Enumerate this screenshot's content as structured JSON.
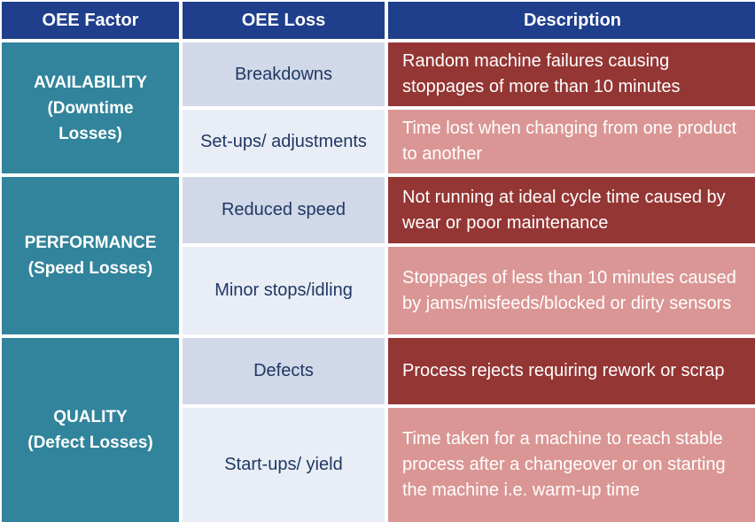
{
  "headers": {
    "factor": "OEE Factor",
    "loss": "OEE Loss",
    "description": "Description"
  },
  "groups": [
    {
      "factor_line1": "AVAILABILITY",
      "factor_line2": "(Downtime",
      "factor_line3": "Losses)",
      "rows": [
        {
          "loss": "Breakdowns",
          "description": "Random machine failures causing stoppages of more than 10 minutes"
        },
        {
          "loss": "Set-ups/ adjustments",
          "description": "Time lost when changing from one product to another"
        }
      ]
    },
    {
      "factor_line1": "PERFORMANCE",
      "factor_line2": "(Speed Losses)",
      "rows": [
        {
          "loss": "Reduced speed",
          "description": "Not running at ideal cycle time caused by wear or poor maintenance"
        },
        {
          "loss": "Minor stops/idling",
          "description": "Stoppages of less than 10 minutes caused by jams/misfeeds/blocked or dirty sensors"
        }
      ]
    },
    {
      "factor_line1": "QUALITY",
      "factor_line2": "(Defect Losses)",
      "rows": [
        {
          "loss": "Defects",
          "description": "Process rejects requiring rework or scrap"
        },
        {
          "loss": "Start-ups/ yield",
          "description": "Time taken for a machine to reach stable process after a changeover or on starting the machine i.e. warm-up time"
        }
      ]
    }
  ],
  "colors": {
    "header_bg": "#1f3f8c",
    "factor_bg": "#31849b",
    "loss_dark_bg": "#d1d8e8",
    "loss_light_bg": "#e9edf5",
    "desc_dark_bg": "#943634",
    "desc_light_bg": "#da9694"
  }
}
